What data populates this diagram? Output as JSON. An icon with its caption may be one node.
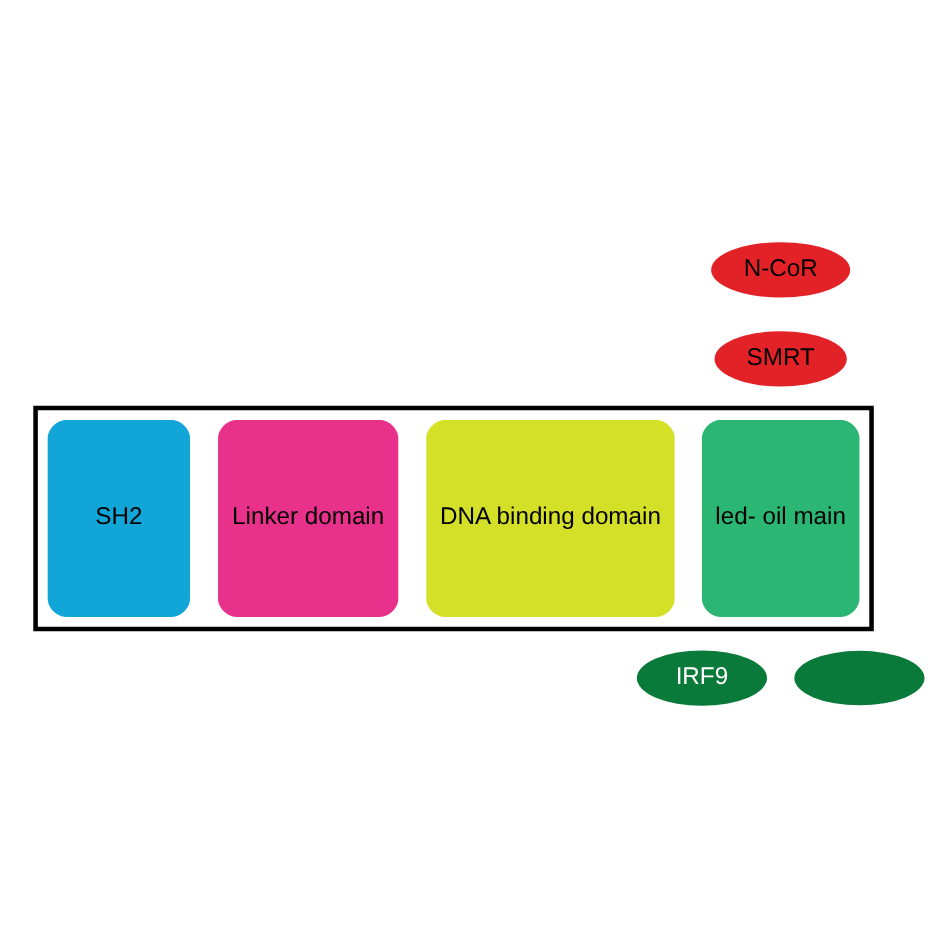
{
  "diagram": {
    "nodes": [
      {
        "text": [
          "N-CoR"
        ]
      },
      {
        "text": [
          "SMRT"
        ]
      },
      {
        "text": [],
        "shape": "box"
      },
      {
        "text": [
          "led- oil main"
        ],
        "in": 2
      },
      {
        "text": [
          "DNA binding domain"
        ],
        "in": 2
      },
      {
        "text": [
          "Linker domain"
        ],
        "in": 2
      },
      {
        "text": [
          "SH2"
        ],
        "in": 2
      },
      {
        "text": [
          "IRF9"
        ]
      },
      {
        "text": [],
        "shape": "oval"
      }
    ]
  }
}
